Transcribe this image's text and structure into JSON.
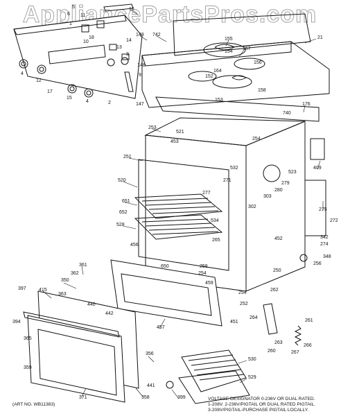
{
  "watermark": "AppliancePartsPros.com",
  "art_number": "(ART NO. WB11383)",
  "voltage_note": [
    "VOLTAGE DESIGNATOR 0-236V OR DUAL RATED.",
    "1-208V. 2-236V/PIGTAIL OR DUAL RATED PIGTAIL.",
    "3-208V/PIGTAIL-PURCHASE PIGTAIL LOCALLY."
  ],
  "part_labels": [
    "5",
    "16",
    "6",
    "11",
    "1",
    "10",
    "149",
    "18",
    "14",
    "13",
    "3",
    "9",
    "148",
    "17",
    "12",
    "4",
    "15",
    "4",
    "2",
    "147",
    "742",
    "21",
    "155",
    "157",
    "154",
    "156",
    "152",
    "164",
    "153",
    "158",
    "176",
    "740",
    "253",
    "521",
    "453",
    "254",
    "409",
    "251",
    "532",
    "523",
    "271",
    "520",
    "279",
    "280",
    "277",
    "651",
    "303",
    "302",
    "652",
    "528",
    "534",
    "452",
    "275",
    "272",
    "274",
    "342",
    "456",
    "265",
    "348",
    "256",
    "650",
    "258",
    "254",
    "250",
    "361",
    "362",
    "350",
    "459",
    "262",
    "397",
    "415",
    "363",
    "440",
    "442",
    "254",
    "451",
    "252",
    "264",
    "261",
    "394",
    "365",
    "457",
    "263",
    "260",
    "266",
    "267",
    "359",
    "356",
    "530",
    "441",
    "529",
    "371",
    "358",
    "399"
  ]
}
